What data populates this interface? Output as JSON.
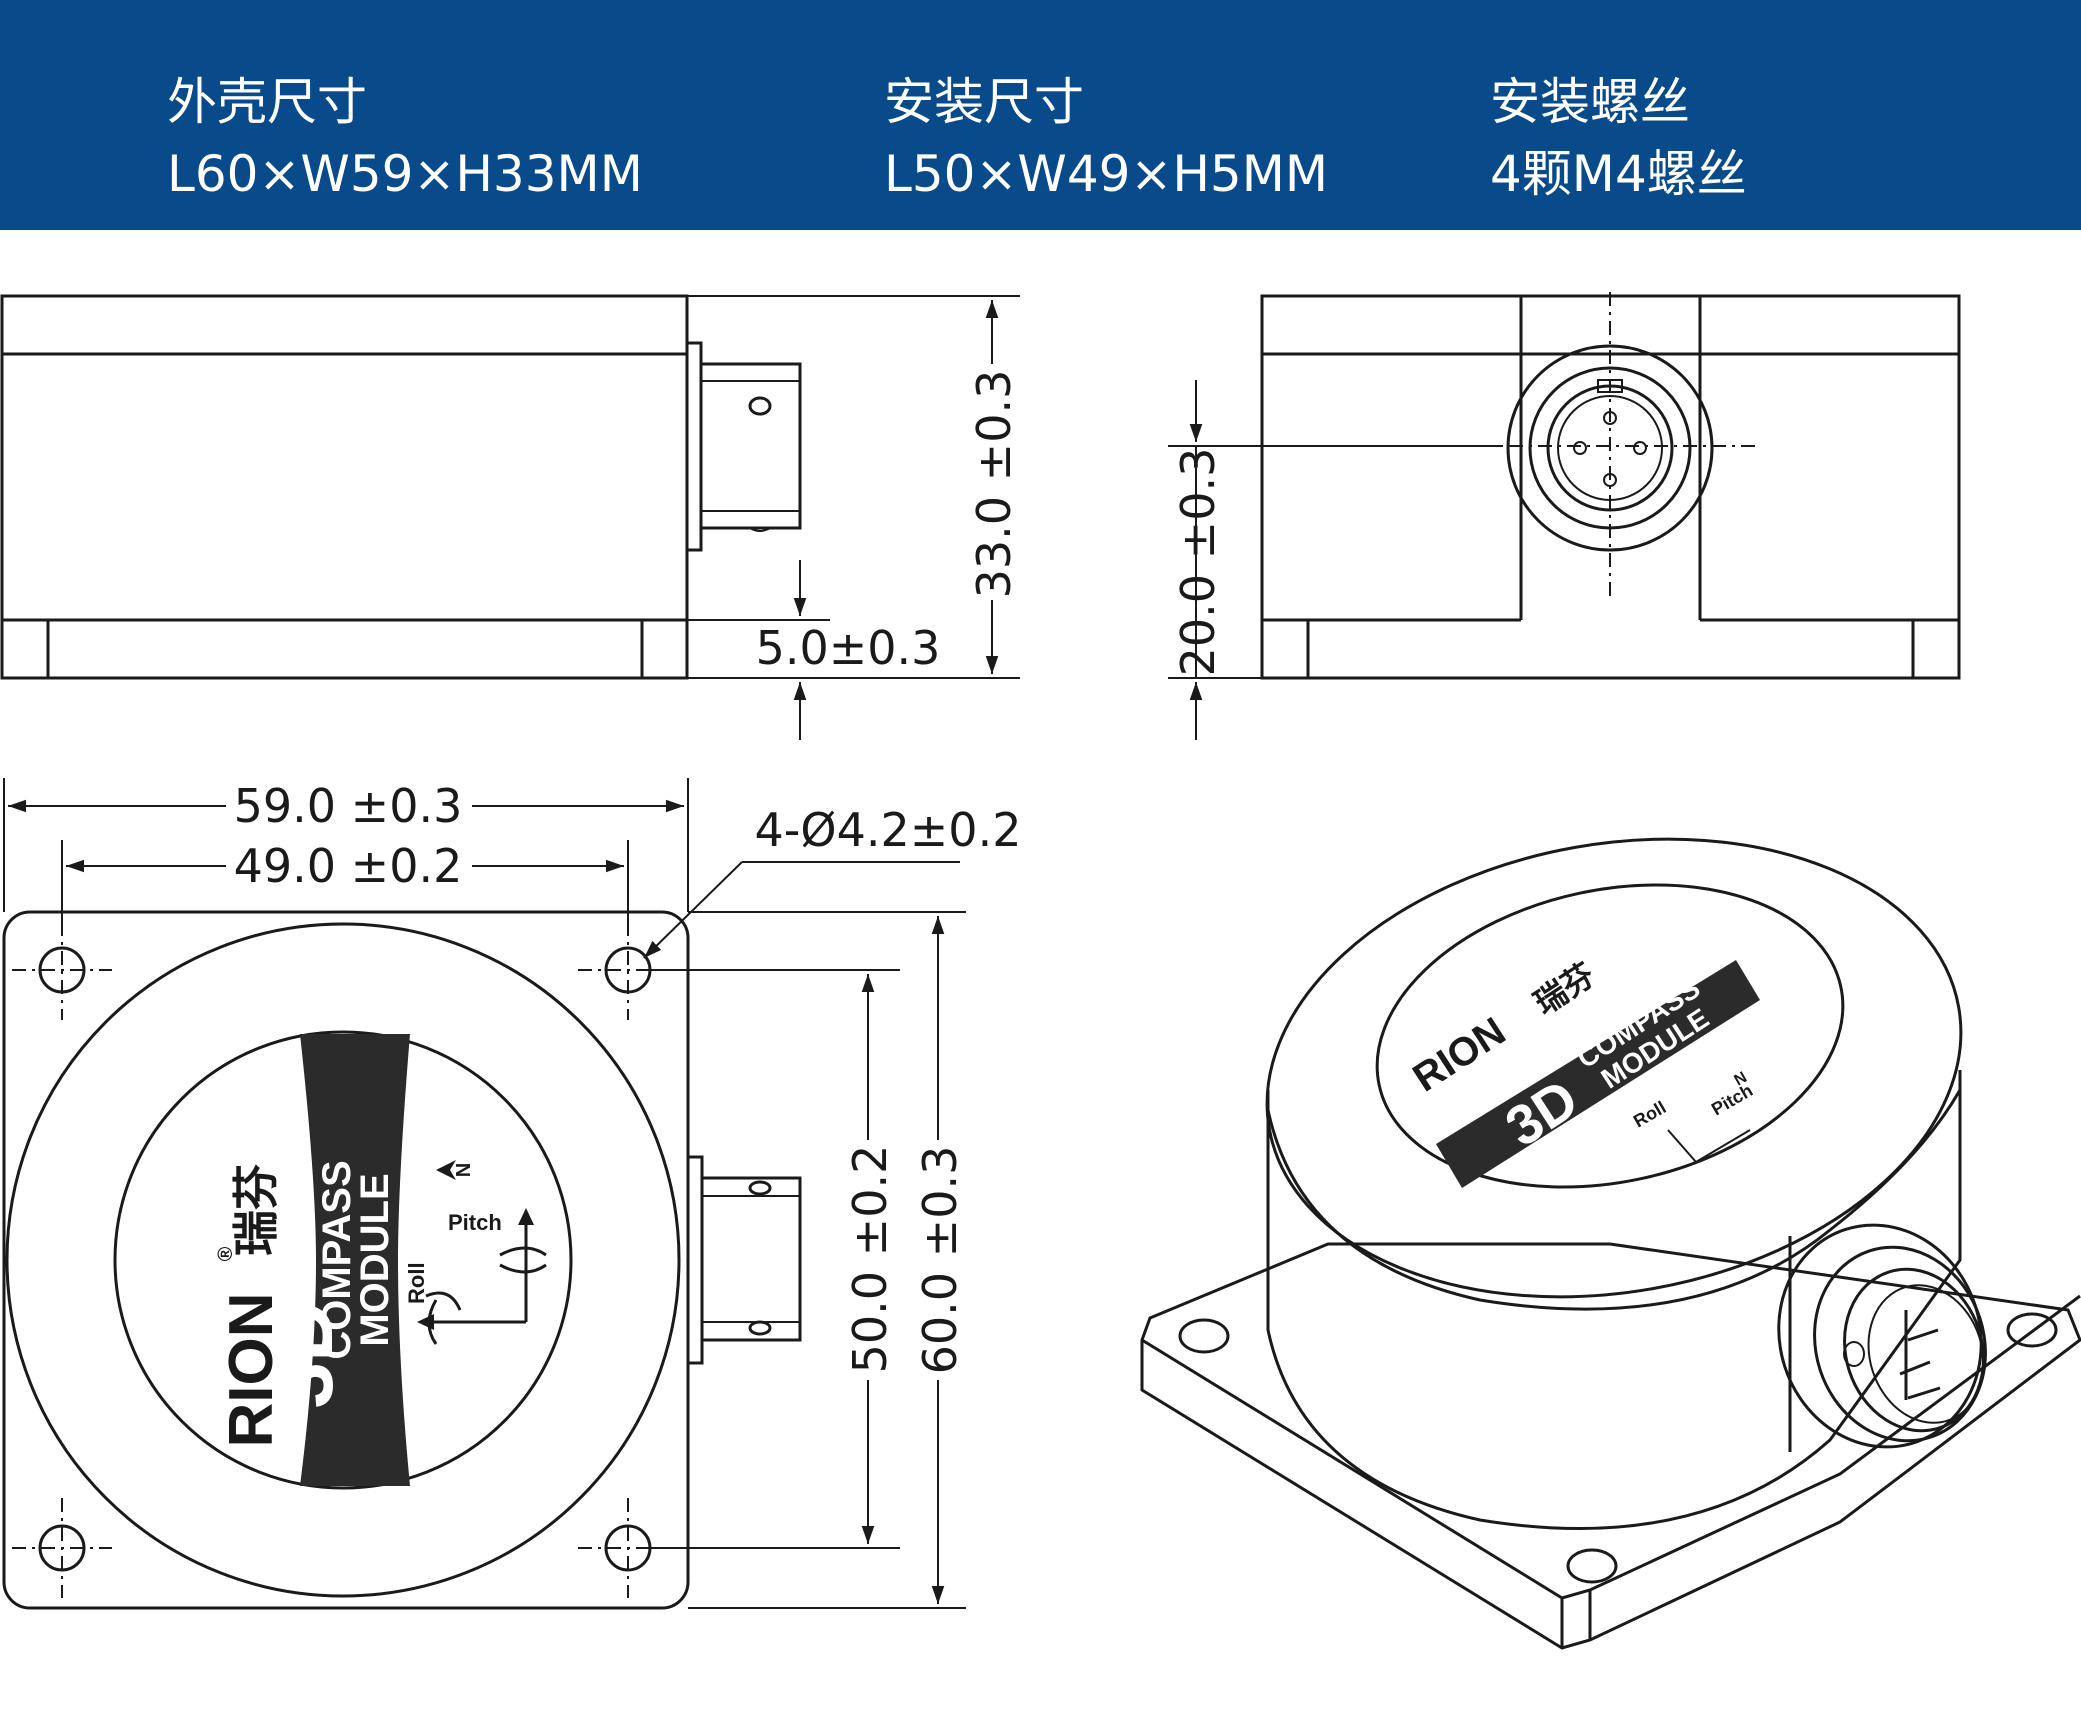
{
  "header": {
    "specs": [
      {
        "title": "外壳尺寸",
        "value": "L60×W59×H33MM"
      },
      {
        "title": "安装尺寸",
        "value": "L50×W49×H5MM"
      },
      {
        "title": "安装螺丝",
        "value": "4颗M4螺丝"
      }
    ]
  },
  "colors": {
    "banner": "#084a8a",
    "line": "#1a1a1a",
    "label_band": "#2b2b2b"
  },
  "side_view": {
    "height_dim": "33.0 ±0.3",
    "base_dim": "5.0±0.3"
  },
  "end_view": {
    "connector_height_dim": "20.0 ±0.3"
  },
  "top_view": {
    "width_dim": "59.0 ±0.3",
    "hole_spacing_dim": "49.0 ±0.2",
    "hole_dim": "4-Ø4.2±0.2",
    "hole_spacing_v_dim": "50.0 ±0.2",
    "length_dim": "60.0 ±0.3"
  },
  "label": {
    "brand": "RION",
    "brand_cn": "瑞芬",
    "registered": "®",
    "model": "3D",
    "line1": "COMPASS",
    "line2": "MODULE",
    "north": "N",
    "roll": "Roll",
    "pitch": "Pitch"
  }
}
